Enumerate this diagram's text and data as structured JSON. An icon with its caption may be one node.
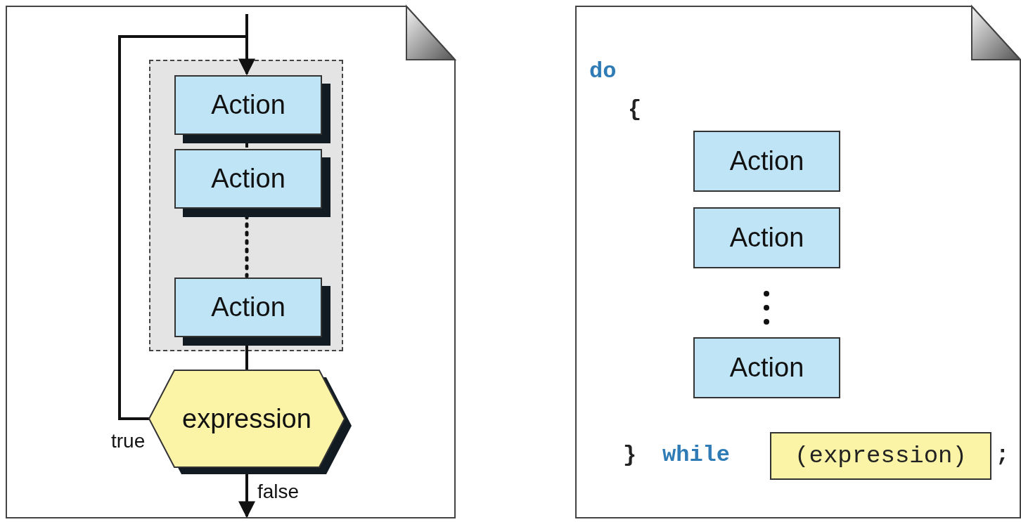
{
  "diagram": {
    "nodes": [
      {
        "text": [],
        "shape": "page"
      },
      {
        "text": [],
        "shape": "box",
        "in": 0
      },
      {
        "text": [
          "Action"
        ],
        "in": 1
      },
      {
        "text": [
          "Action"
        ],
        "in": 1
      },
      {
        "text": [
          "Action"
        ],
        "in": 1
      },
      {
        "text": [
          "expression"
        ],
        "in": 0
      },
      {
        "text": [],
        "shape": "page"
      },
      {
        "text": [
          "Action"
        ],
        "in": 6
      },
      {
        "text": [
          "Action"
        ],
        "in": 6
      },
      {
        "text": [
          "Action"
        ],
        "in": 6
      },
      {
        "text": [
          "(expression)"
        ],
        "in": 6
      }
    ],
    "edges": [
      {
        "from": null,
        "to": 2,
        "arrow": "none"
      },
      {
        "from": 2,
        "to": 3,
        "arrow": "none"
      },
      {
        "from": 3,
        "to": 4,
        "arrow": "none",
        "style": "dashed"
      },
      {
        "from": 4,
        "to": 5,
        "arrow": "none"
      },
      {
        "from": 5,
        "to": 2,
        "arrow": "to",
        "label": "true"
      },
      {
        "from": 5,
        "to": null,
        "arrow": "to",
        "label": "false"
      }
    ],
    "labels": [
      "do",
      "{",
      "}",
      "while",
      ";"
    ]
  }
}
